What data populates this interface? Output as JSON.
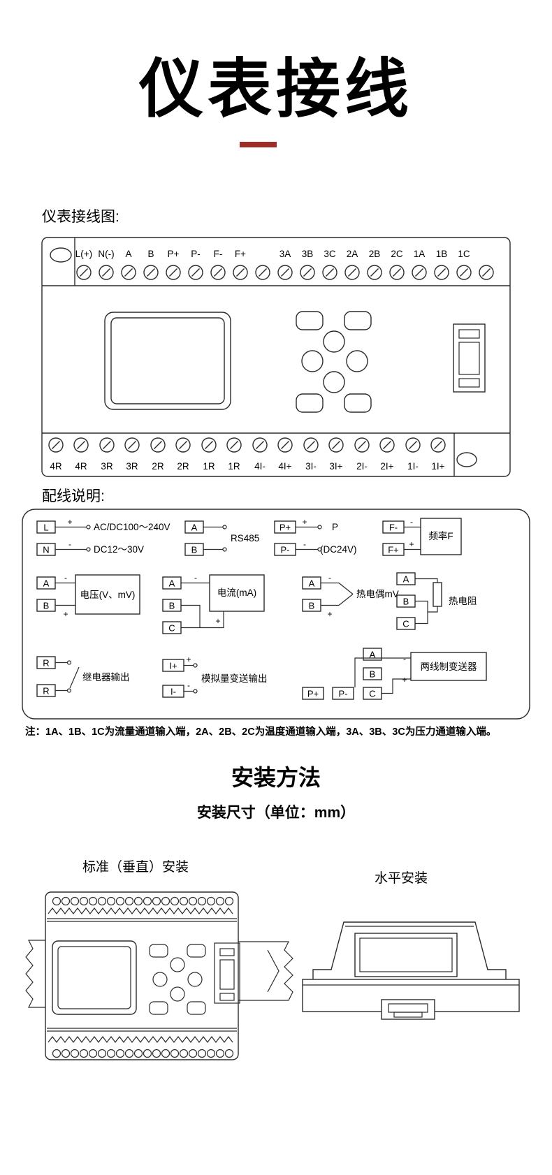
{
  "page": {
    "title": "仪表接线",
    "wiring_section_label": "仪表接线图:",
    "legend_section_label": "配线说明:",
    "note": "注：1A、1B、1C为流量通道输入端，2A、2B、2C为温度通道输入端，3A、3B、3C为压力通道输入端。",
    "install_heading": "安装方法",
    "install_subheading": "安装尺寸（单位：mm）",
    "vertical_mount_label": "标准（垂直）安装",
    "horizontal_mount_label": "水平安装"
  },
  "colors": {
    "accent_red": "#9e2d28"
  },
  "terminal_block": {
    "top_labels": [
      "L(+)",
      "N(-)",
      "A",
      "B",
      "P+",
      "P-",
      "F-",
      "F+",
      "3A",
      "3B",
      "3C",
      "2A",
      "2B",
      "2C",
      "1A",
      "1B",
      "1C"
    ],
    "bottom_labels": [
      "4R",
      "4R",
      "3R",
      "3R",
      "2R",
      "2R",
      "1R",
      "1R",
      "4I-",
      "4I+",
      "3I-",
      "3I+",
      "2I-",
      "2I+",
      "1I-",
      "1I+"
    ]
  },
  "legend": {
    "sym": {
      "plus": "+",
      "minus": "-"
    },
    "power": {
      "t1": "L",
      "t2": "N",
      "line1": "AC/DC100～240V",
      "line2": "DC12～30V"
    },
    "rs485": {
      "t1": "A",
      "t2": "B",
      "label": "RS485"
    },
    "dc24": {
      "t1": "P+",
      "t2": "P-",
      "label1": "P",
      "label2": "(DC24V)"
    },
    "freq": {
      "t1": "F-",
      "t2": "F+",
      "label": "频率F"
    },
    "voltage": {
      "t1": "A",
      "t2": "B",
      "label": "电压(V、mV)"
    },
    "current": {
      "t1": "A",
      "t2": "B",
      "t3": "C",
      "label": "电流(mA)"
    },
    "thermocouple": {
      "t1": "A",
      "t2": "B",
      "label": "热电偶mV"
    },
    "rtd": {
      "t1": "A",
      "t2": "B",
      "t3": "C",
      "label": "热电阻"
    },
    "relay": {
      "t1": "R",
      "t2": "R",
      "label": "继电器输出"
    },
    "analog_out": {
      "t1": "I+",
      "t2": "I-",
      "label": "模拟量变送输出"
    },
    "transmitter": {
      "t1": "A",
      "t2": "B",
      "t3": "C",
      "t4": "P+",
      "t5": "P-",
      "label": "两线制变送器"
    }
  }
}
